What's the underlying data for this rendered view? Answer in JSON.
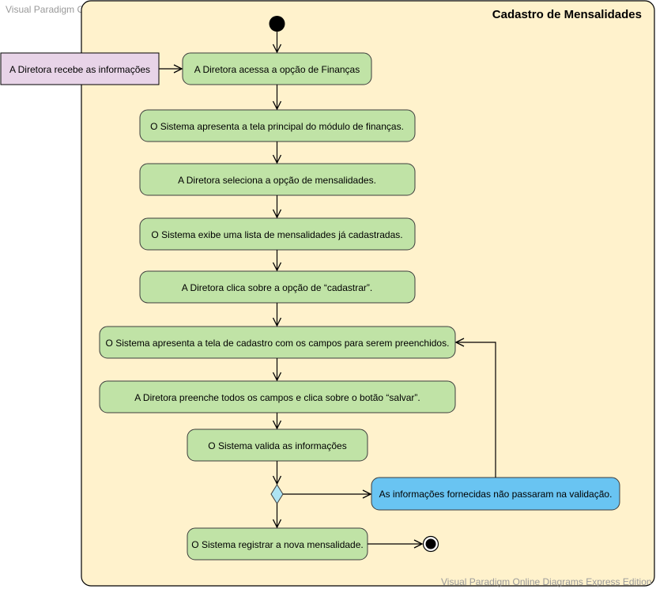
{
  "watermark": {
    "top": "Visual Paradigm Online Diagrams Express Edition",
    "bottom": "Visual Paradigm Online Diagrams Express Edition"
  },
  "diagram": {
    "title": "Cadastro de Mensalidades",
    "input_note": "A Diretora recebe as informações",
    "steps": [
      "A Diretora acessa a opção de Finanças",
      "O Sistema apresenta a tela principal do módulo de finanças.",
      "A Diretora seleciona a opção de mensalidades.",
      "O Sistema exibe uma lista de mensalidades já cadastradas.",
      "A Diretora clica sobre a opção de “cadastrar”.",
      "O Sistema apresenta a tela de cadastro com os campos para serem preenchidos.",
      "A Diretora preenche todos os campos e clica sobre o botão “salvar”.",
      "O Sistema valida as informações",
      "O Sistema registrar a nova mensalidade."
    ],
    "error_action": "As informações fornecidas não passaram na validação."
  },
  "colors": {
    "swimlane_fill": "#fff2cc",
    "action_fill": "#c0e3a6",
    "action_stroke": "#3d3d3d",
    "note_fill": "#e8d4e8",
    "error_fill": "#69c4f2",
    "decision_fill": "#aee4f3"
  }
}
